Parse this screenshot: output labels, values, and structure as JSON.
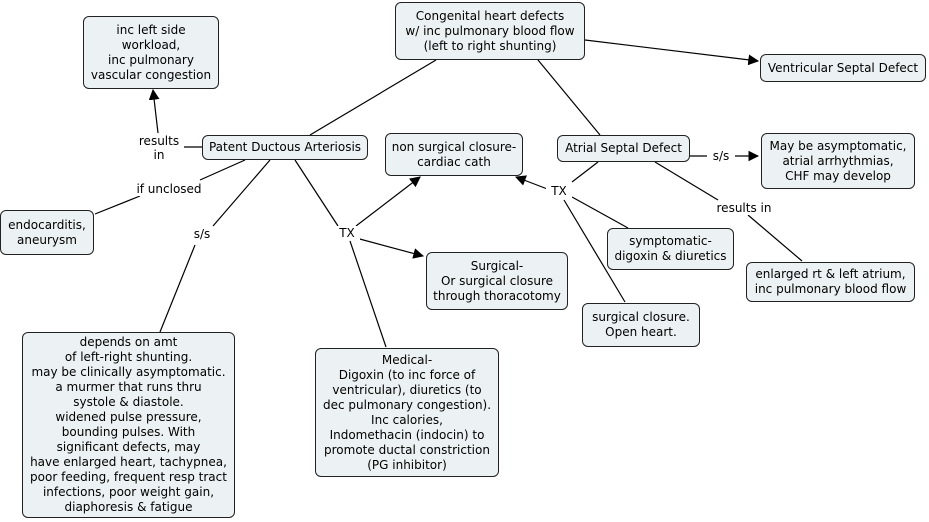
{
  "nodes": {
    "congenital": "Congenital heart defects\nw/ inc pulmonary blood flow\n(left to right shunting)",
    "vsd": "Ventricular Septal Defect",
    "pda": "Patent Ductous Arteriosis",
    "asd": "Atrial Septal Defect",
    "left_workload": "inc left side\nworkload,\ninc pulmonary\nvascular congestion",
    "endocarditis": "endocarditis,\naneurysm",
    "non_surgical": "non surgical closure-\ncardiac cath",
    "surgical": "Surgical-\nOr surgical closure\nthrough thoracotomy",
    "asd_ss": "May be asymptomatic,\natrial arrhythmias,\nCHF may develop",
    "symptomatic": "symptomatic-\ndigoxin & diuretics",
    "enlarged": "enlarged rt & left atrium,\ninc pulmonary blood flow",
    "open_heart": "surgical closure.\nOpen heart.",
    "pda_ss": "depends on amt\nof left-right shunting.\nmay be clinically asymptomatic.\na murmer that runs thru\nsystole & diastole.\nwidened pulse pressure,\nbounding pulses. With\nsignificant defects, may\nhave enlarged heart, tachypnea,\npoor feeding, frequent resp tract\ninfections, poor weight gain,\ndiaphoresis & fatigue",
    "medical": "Medical-\nDigoxin (to inc force of\nventricular), diuretics (to\ndec pulmonary congestion).\nInc calories,\nIndomethacin (indocin) to\npromote ductal constriction\n(PG inhibitor)"
  },
  "labels": {
    "results_in": "results\nin",
    "if_unclosed": "if unclosed",
    "ss_pda": "s/s",
    "tx_pda": "TX",
    "tx_asd": "TX",
    "ss_asd": "s/s",
    "results_in_asd": "results in"
  },
  "colors": {
    "node_fill": "#ecf2f4",
    "node_border": "#222222",
    "line": "#000000"
  }
}
